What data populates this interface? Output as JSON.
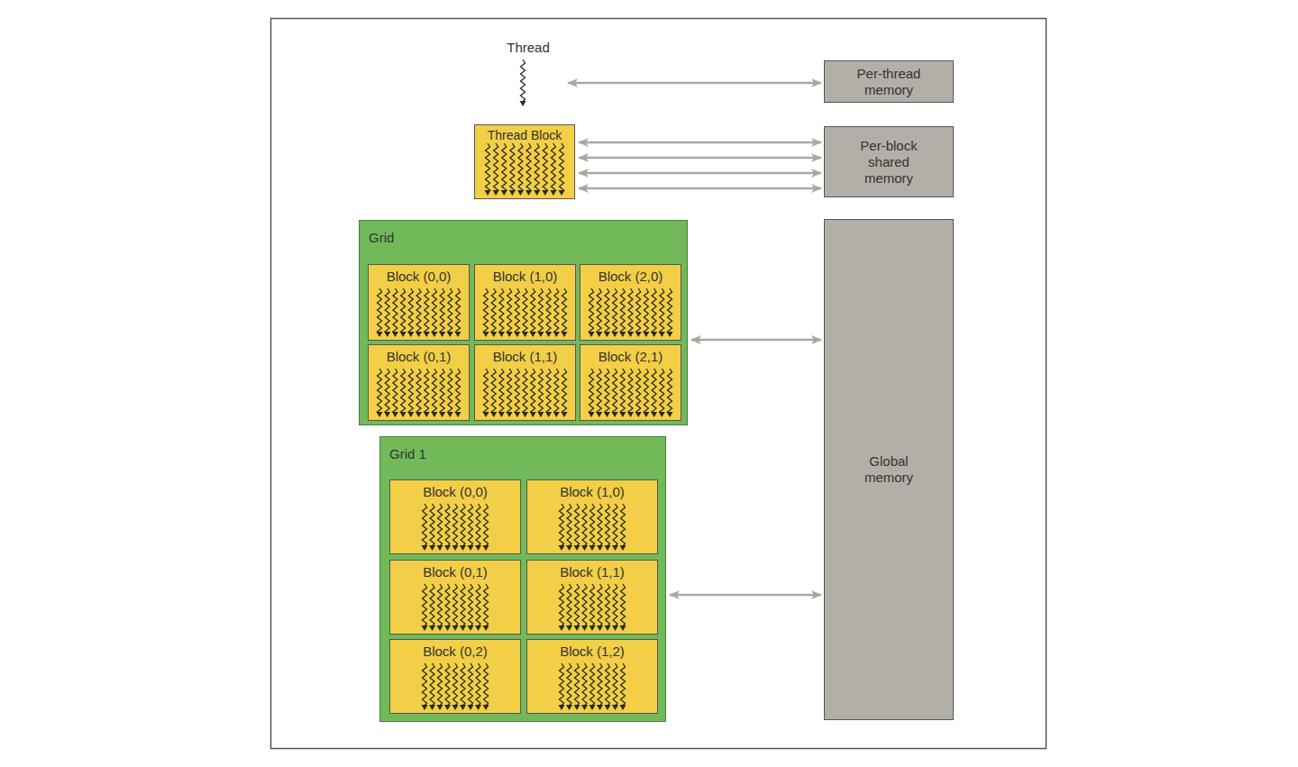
{
  "diagram": {
    "nodes": [
      {
        "text": [
          "Thread"
        ]
      },
      {
        "text": [
          "Per-thread memory"
        ]
      },
      {
        "text": [
          "Thread Block"
        ]
      },
      {
        "text": [
          "Per-block shared memory"
        ]
      },
      {
        "text": [
          "Grid"
        ]
      },
      {
        "text": [
          "Block (0,0)"
        ],
        "in": 4
      },
      {
        "text": [
          "Block (1,0)"
        ],
        "in": 4
      },
      {
        "text": [
          "Block (2,0)"
        ],
        "in": 4
      },
      {
        "text": [
          "Block (0,1)"
        ],
        "in": 4
      },
      {
        "text": [
          "Block (1,1)"
        ],
        "in": 4
      },
      {
        "text": [
          "Block (2,1)"
        ],
        "in": 4
      },
      {
        "text": [
          "Global memory"
        ]
      },
      {
        "text": [
          "Grid 1"
        ]
      },
      {
        "text": [
          "Block (0,0)"
        ],
        "in": 12
      },
      {
        "text": [
          "Block (1,0)"
        ],
        "in": 12
      },
      {
        "text": [
          "Block (0,1)"
        ],
        "in": 12
      },
      {
        "text": [
          "Block (1,1)"
        ],
        "in": 12
      },
      {
        "text": [
          "Block (0,2)"
        ],
        "in": 12
      },
      {
        "text": [
          "Block (1,2)"
        ],
        "in": 12
      }
    ],
    "edges": [
      {
        "from": 0,
        "to": 1,
        "arrow": "both"
      },
      {
        "from": 2,
        "to": 3,
        "arrow": "both"
      },
      {
        "from": 2,
        "to": 3,
        "arrow": "both"
      },
      {
        "from": 2,
        "to": 3,
        "arrow": "both"
      },
      {
        "from": 2,
        "to": 3,
        "arrow": "both"
      },
      {
        "from": 4,
        "to": 11,
        "arrow": "both"
      },
      {
        "from": 12,
        "to": 11,
        "arrow": "both"
      }
    ]
  }
}
